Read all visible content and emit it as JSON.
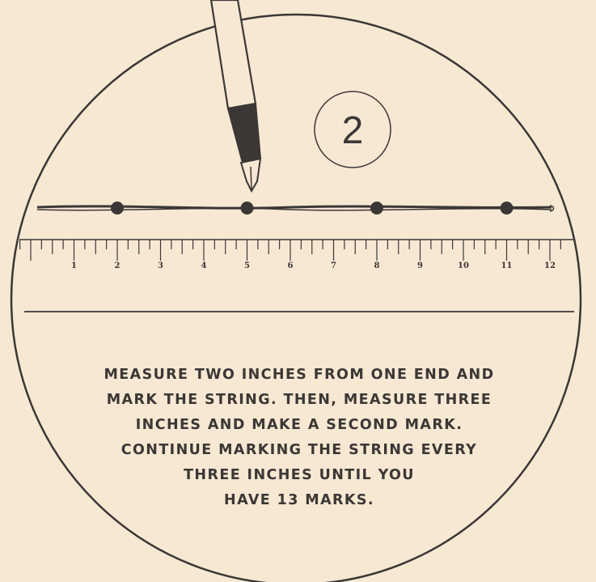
{
  "step": {
    "number": "2"
  },
  "ruler": {
    "unit_labels": [
      "1",
      "2",
      "3",
      "4",
      "5",
      "6",
      "7",
      "8",
      "9",
      "10",
      "11",
      "12"
    ]
  },
  "string": {
    "mark_positions_inches": [
      2,
      5,
      8,
      11
    ]
  },
  "instructions": {
    "lines": [
      "Measure two inches from one end and",
      "mark the string. Then, measure three",
      "inches and make a second mark.",
      "Continue marking the string every",
      "three inches until you",
      "have 13 marks."
    ]
  },
  "colors": {
    "background": "#f7e8d3",
    "ink": "#3b3735"
  }
}
